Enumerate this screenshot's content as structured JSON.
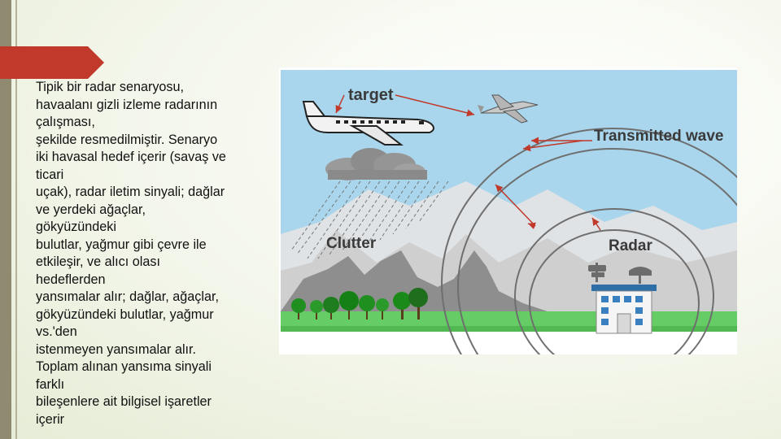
{
  "body_lines": [
    "Tipik bir radar senaryosu,",
    "havaalanı gizli izleme radarının",
    "çalışması,",
    "şekilde resmedilmiştir. Senaryo",
    "iki havasal hedef içerir (savaş ve",
    "ticari",
    "uçak), radar iletim sinyali; dağlar",
    "ve yerdeki ağaçlar,",
    "gökyüzündeki",
    "bulutlar, yağmur gibi çevre ile",
    "etkileşir, ve alıcı olası",
    "hedeflerden",
    "yansımalar alır; dağlar, ağaçlar,",
    "gökyüzündeki bulutlar, yağmur",
    "vs.'den",
    "istenmeyen yansımalar alır.",
    "Toplam alınan yansıma sinyali",
    "farklı",
    "bileşenlere ait bilgisel işaretler",
    "içerir"
  ],
  "figure": {
    "label_target": "target",
    "label_transmitted": "Transmitted wave",
    "label_clutter": "Clutter",
    "label_radar": "Radar"
  },
  "colors": {
    "accent": "#c0392b",
    "sky": "#a9d6ec",
    "mountain": "#c9c9c9",
    "ground": "#66cc66",
    "arrow": "#c0392b"
  }
}
